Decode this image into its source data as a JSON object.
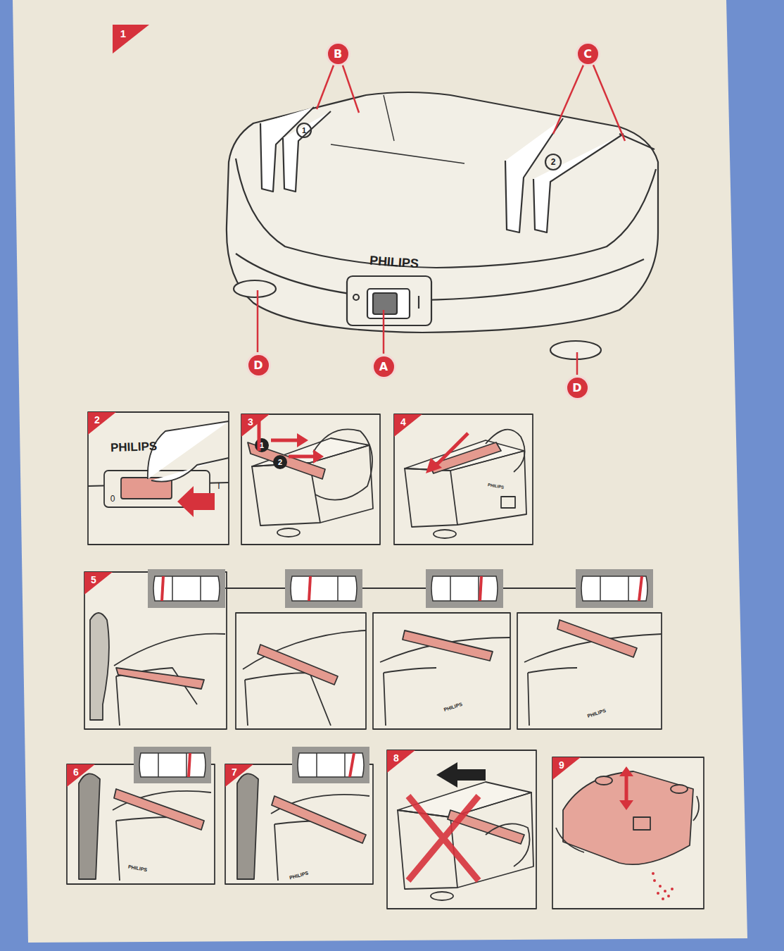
{
  "diagram": {
    "nodes": [
      {
        "text": [
          "B"
        ]
      },
      {
        "text": [
          "C"
        ]
      },
      {
        "text": [
          "D"
        ]
      },
      {
        "text": [
          "A"
        ]
      },
      {
        "text": [
          "D"
        ]
      }
    ],
    "labels": [
      "1",
      "1",
      "2",
      "PHILIPS",
      "2",
      "PHILIPS",
      "0",
      "I",
      "3",
      "1",
      "2",
      "4",
      "PHILIPS",
      "5",
      "PHILIPS",
      "PHILIPS",
      "6",
      "PHILIPS",
      "7",
      "PHILIPS",
      "8",
      "9"
    ]
  }
}
